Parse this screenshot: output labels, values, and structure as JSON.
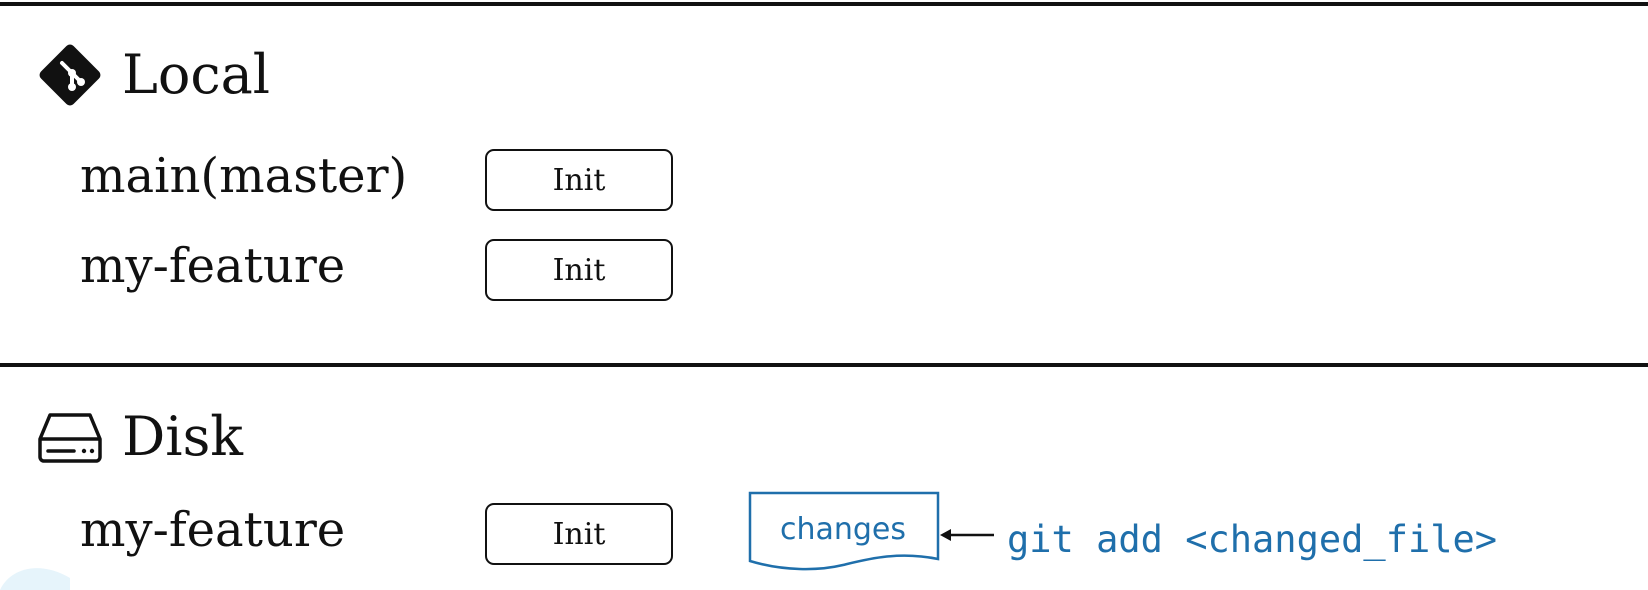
{
  "sections": [
    {
      "title": "Local",
      "icon": "git-icon",
      "branches": [
        {
          "label": "main(master)",
          "commits": [
            "Init"
          ]
        },
        {
          "label": "my-feature",
          "commits": [
            "Init"
          ]
        }
      ]
    },
    {
      "title": "Disk",
      "icon": "hard-drive-icon",
      "branches": [
        {
          "label": "my-feature",
          "commits": [
            "Init"
          ]
        }
      ],
      "staged_changes_label": "changes",
      "command": "git add <changed_file>"
    }
  ],
  "colors": {
    "ink": "#111111",
    "accent": "#1f6fab",
    "background": "#ffffff"
  }
}
